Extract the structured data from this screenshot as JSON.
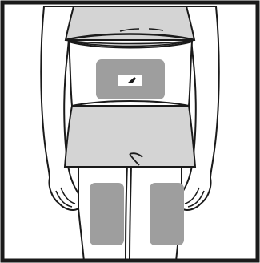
{
  "diagram": {
    "colors": {
      "background": "#ffffff",
      "outline": "#1a1a1a",
      "skin": "#ffffff",
      "clothing": "#d4d4d4",
      "site": "#9e9e9e",
      "pod": "#ffffff"
    },
    "sites": [
      {
        "id": "lower-back"
      },
      {
        "id": "left-thigh"
      },
      {
        "id": "right-thigh"
      }
    ]
  }
}
